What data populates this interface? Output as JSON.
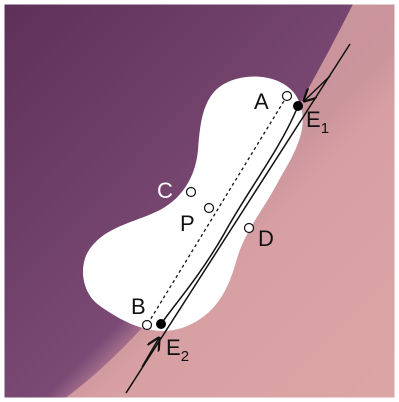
{
  "colors": {
    "background_top_left": "#6a3a62",
    "background_bottom_right": "#d9a6a6",
    "border": "#ffffff",
    "blob": "#ffffff",
    "line": "#111111",
    "endpoint_fill": "#000000",
    "open_point_fill": "#ffffff"
  },
  "labels": {
    "A": "A",
    "B": "B",
    "C": "C",
    "D": "D",
    "P": "P",
    "E1": "E",
    "E1_sub": "1",
    "E2": "E",
    "E2_sub": "2"
  }
}
